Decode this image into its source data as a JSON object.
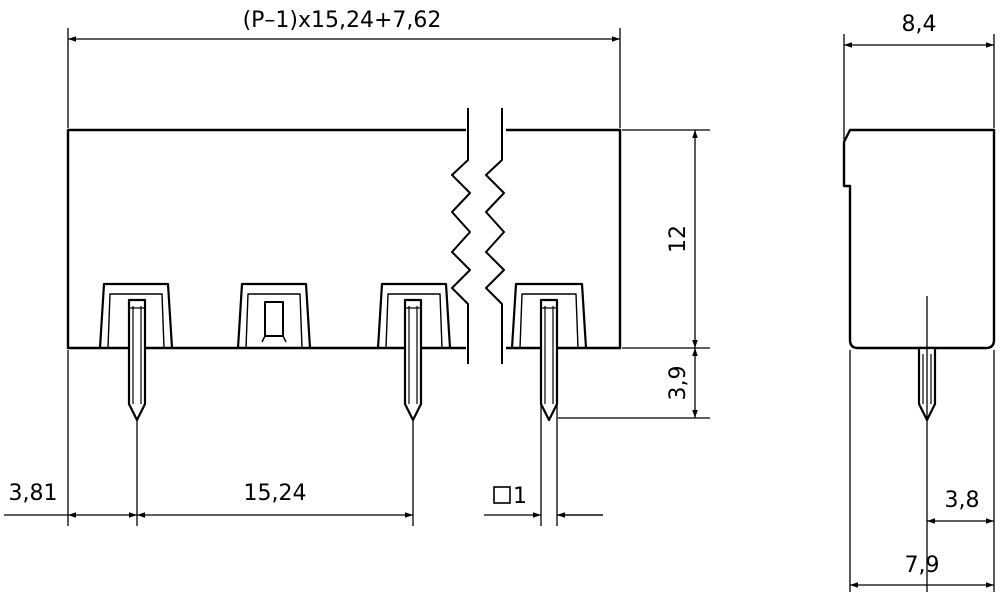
{
  "dimensions": {
    "overall_length": "(P–1)x15,24+7,62",
    "side_width": "8,4",
    "body_height": "12",
    "pin_length": "3,9",
    "first_pin_offset": "3,81",
    "pitch": "15,24",
    "pin_square": "1",
    "side_pin_offset": "3,8",
    "side_base_width": "7,9"
  }
}
